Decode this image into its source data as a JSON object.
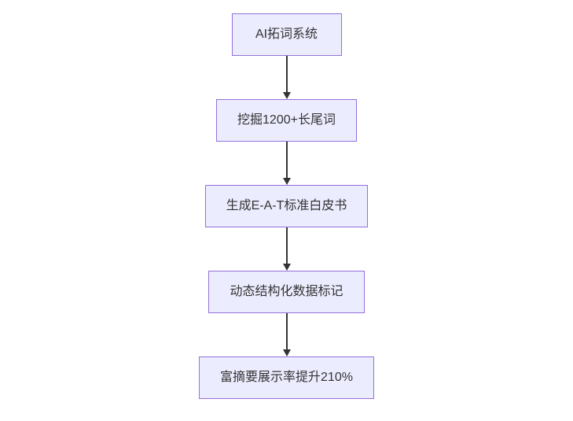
{
  "diagram": {
    "type": "flowchart",
    "direction": "top-down",
    "nodes": [
      {
        "id": "A",
        "label": "AI拓词系统"
      },
      {
        "id": "B",
        "label": "挖掘1200+长尾词"
      },
      {
        "id": "C",
        "label": "生成E-A-T标准白皮书"
      },
      {
        "id": "D",
        "label": "动态结构化数据标记"
      },
      {
        "id": "E",
        "label": "富摘要展示率提升210%"
      }
    ],
    "edges": [
      {
        "from": "A",
        "to": "B"
      },
      {
        "from": "B",
        "to": "C"
      },
      {
        "from": "C",
        "to": "D"
      },
      {
        "from": "D",
        "to": "E"
      }
    ],
    "colors": {
      "background": "#ffffff",
      "node_fill": "#ECECFF",
      "node_border": "#9370DB",
      "arrow": "#333333",
      "text": "#333333"
    }
  }
}
